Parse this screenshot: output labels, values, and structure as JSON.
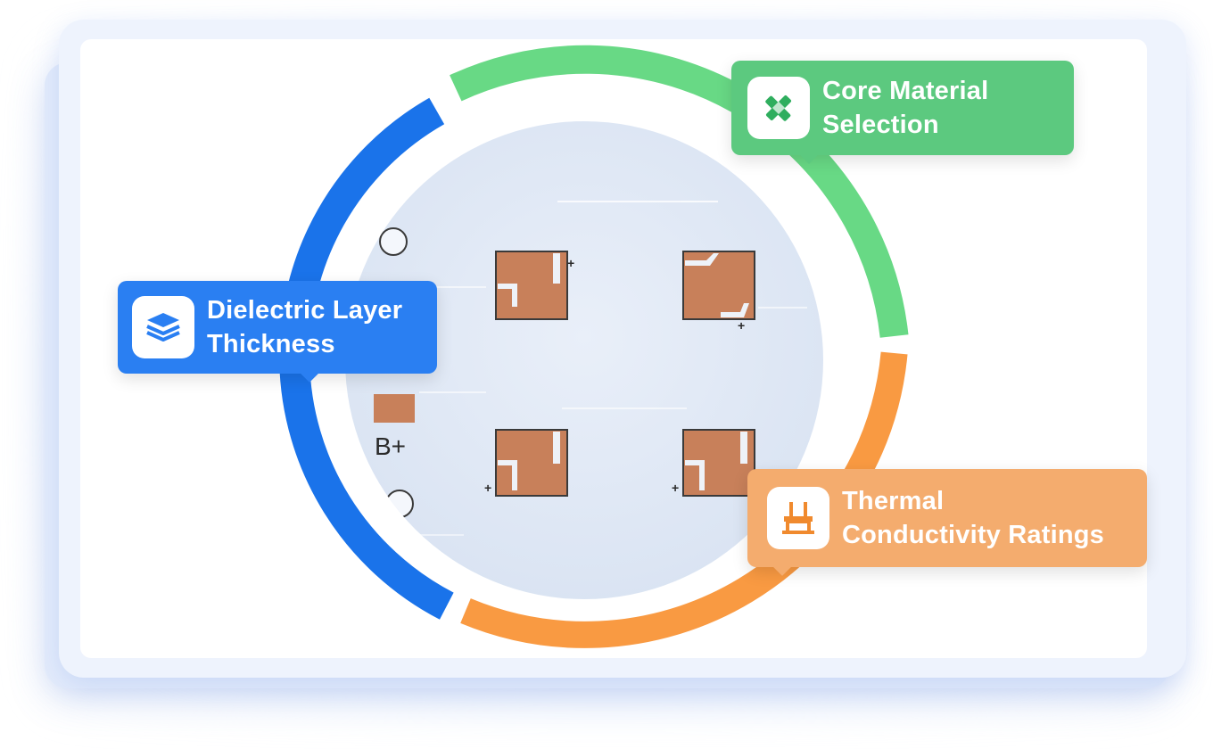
{
  "callouts": {
    "core": {
      "label_line1": "Core Material",
      "label_line2": "Selection",
      "icon": "pencil-ruler-icon",
      "color": "#5cc97f"
    },
    "dielectric": {
      "label_line1": "Dielectric Layer",
      "label_line2": "Thickness",
      "icon": "layers-icon",
      "color": "#2a7ff2"
    },
    "thermal": {
      "label_line1": "Thermal",
      "label_line2": "Conductivity Ratings",
      "icon": "heat-sink-icon",
      "color": "#f4ac6e"
    }
  },
  "board": {
    "marking_label": "B+",
    "plus_sign": "+",
    "pad_color": "#c8805a"
  },
  "ring_colors": {
    "blue": "#1a73ea",
    "green": "#68d985",
    "orange": "#f99a42"
  }
}
